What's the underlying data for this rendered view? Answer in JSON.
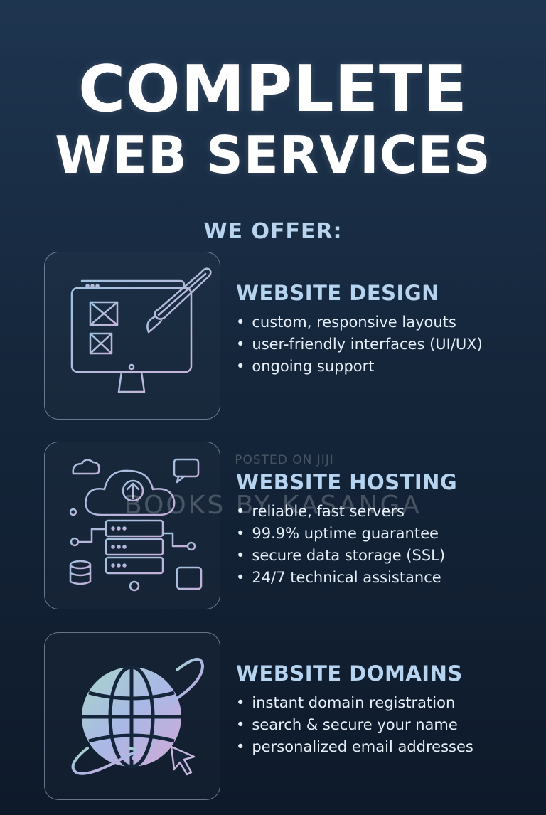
{
  "header": {
    "line1": "COMPLETE",
    "line2": "WEB SERVICES",
    "offer": "WE OFFER:"
  },
  "services": [
    {
      "title": "WEBSITE DESIGN",
      "icon": "monitor-paintbrush-icon",
      "items": [
        "custom, responsive layouts",
        "user-friendly interfaces (UI/UX)",
        "ongoing support"
      ]
    },
    {
      "title": "WEBSITE HOSTING",
      "icon": "cloud-server-icon",
      "items": [
        "reliable, fast servers",
        "99.9% uptime guarantee",
        "secure data storage (SSL)",
        "24/7 technical assistance"
      ]
    },
    {
      "title": "WEBSITE DOMAINS",
      "icon": "globe-cursor-icon",
      "items": [
        "instant domain registration",
        "search & secure your name",
        "personalized email addresses"
      ]
    }
  ],
  "watermark": {
    "posted": "POSTED ON JIJI",
    "brand": "BOOKS BY KASANGA"
  },
  "colors": {
    "heading_accent": "#b6d3ef",
    "background_top": "#1e3550",
    "background_bottom": "#0e1a2a"
  }
}
